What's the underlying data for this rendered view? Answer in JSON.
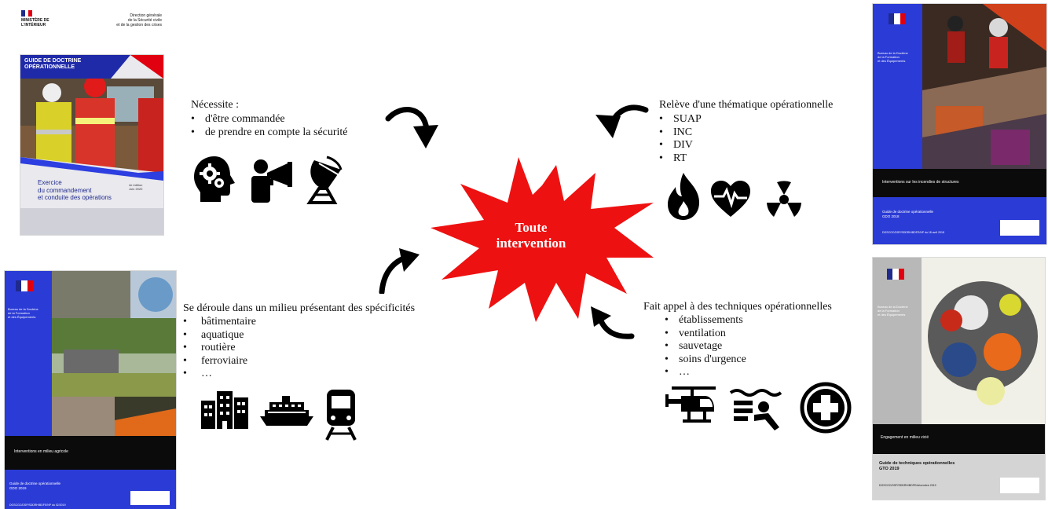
{
  "center": {
    "line1": "Toute",
    "line2": "intervention"
  },
  "header_left": {
    "ministry": "MINISTÈRE DE L'INTÉRIEUR",
    "direction_line1": "Direction générale",
    "direction_line2": "de la Sécurité civile",
    "direction_line3": "et de la gestion des crises"
  },
  "cover_top_left": {
    "banner_line1": "GUIDE DE DOCTRINE",
    "banner_line2": "OPÉRATIONNELLE",
    "edition_line1": "4e édition",
    "edition_line2": "Juin 2020",
    "title_line1": "Exercice",
    "title_line2": "du commandement",
    "title_line3": "et conduite des opérations"
  },
  "cover_top_right": {
    "side_line1": "Bureau de la Doctrine",
    "side_line2": "de la Formation",
    "side_line3": "et des Équipements",
    "band_title": "Interventions sur les incendies de structures",
    "guide_line1": "Guide de doctrine opérationnelle",
    "guide_line2": "GDO 2018",
    "ref": "DGSCGC/DSP/SDDRH/BDFE/NP du 18 avril 2018"
  },
  "cover_bottom_left": {
    "side_line1": "Bureau de la Doctrine",
    "side_line2": "de la Formation",
    "side_line3": "et des Équipements",
    "band_title": "Interventions en milieu agricole",
    "guide_line1": "Guide de doctrine opérationnelle",
    "guide_line2": "GDO 2019",
    "ref": "DGSCGC/DSP/SDDRH/BDFE/NP du 02/2019"
  },
  "cover_bottom_right": {
    "side_line1": "Bureau de la Doctrine",
    "side_line2": "de la Formation",
    "side_line3": "et des Équipements",
    "band_title": "Engagement en milieu vicié",
    "guide_line1": "Guide de techniques opérationnelles",
    "guide_line2": "GTO 2019",
    "ref": "DGSCGC/DSP/SDDRH/BDFE/décembre 2019"
  },
  "block_top_left": {
    "title": "Nécessite :",
    "items": [
      "d'être commandée",
      "de prendre en compte la sécurité"
    ],
    "icons": [
      "head-gears-icon",
      "firefighter-megaphone-icon",
      "radio-antenna-icon"
    ]
  },
  "block_top_right": {
    "title": "Relève d'une thématique opérationnelle",
    "items": [
      "SUAP",
      "INC",
      "DIV",
      "RT"
    ],
    "icons": [
      "flame-icon",
      "heart-pulse-icon",
      "radiation-icon"
    ]
  },
  "block_bottom_left": {
    "title": "Se déroule dans un milieu présentant des spécificités",
    "items": [
      "bâtimentaire",
      "aquatique",
      "routière",
      "ferroviaire",
      "…"
    ],
    "icons": [
      "buildings-icon",
      "ship-icon",
      "train-icon"
    ]
  },
  "block_bottom_right": {
    "title": "Fait appel à des techniques opérationnelles",
    "items": [
      "établissements",
      "ventilation",
      "sauvetage",
      "soins d'urgence",
      "…"
    ],
    "icons": [
      "helicopter-icon",
      "swimmer-icon",
      "medical-cross-icon"
    ]
  },
  "colors": {
    "burst": "#ee1111",
    "navy": "#1f2a8c",
    "blue": "#2b3bd6",
    "dark_band": "#0b0b0b"
  }
}
